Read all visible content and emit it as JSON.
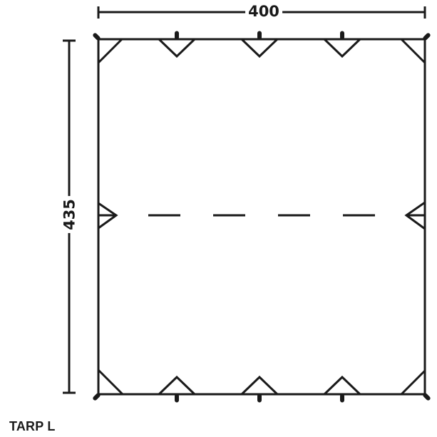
{
  "diagram": {
    "product_name": "TARP L",
    "dimensions": {
      "width": "400",
      "height": "435"
    },
    "colors": {
      "stroke": "#1a1a1a",
      "background": "#ffffff"
    },
    "elements": {
      "outline": "rectangle",
      "top_tabs": 3,
      "bottom_tabs": 3,
      "side_tabs": 2,
      "corner_braces": 4,
      "ridge_line": "dashed centerline"
    }
  }
}
